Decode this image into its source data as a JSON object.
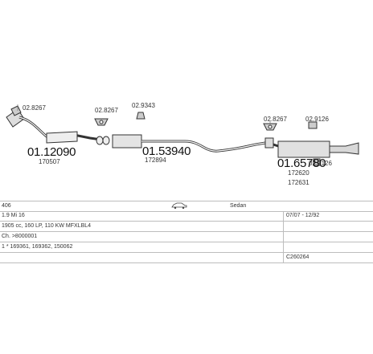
{
  "diagram": {
    "part_codes": {
      "p1": "02.8267",
      "p2": "02.8267",
      "p3": "02.9343",
      "p4": "02.8267",
      "p5": "02.9126",
      "p6": "02.9126"
    },
    "main_parts": {
      "front": {
        "number": "01.12090",
        "ref": "170507"
      },
      "middle": {
        "number": "01.53940",
        "ref": "172894"
      },
      "rear": {
        "number": "01.65780",
        "ref1": "172620",
        "ref2": "172631"
      }
    }
  },
  "info_table": {
    "row1": {
      "model": "406",
      "body_icon": "sedan-car-icon",
      "body_type": "Sedan"
    },
    "row2": {
      "engine": "1.9 Mi 16",
      "years": "07/07 - 12/92"
    },
    "row3": {
      "spec": "1905 cc, 160 LP, 110 KW MFXLBL4"
    },
    "row4": {
      "chassis": "Ch. >8000001"
    },
    "row5": {
      "refs": "1 * 169361, 169362, 150062"
    },
    "row6": {
      "catalog": "C260264"
    }
  }
}
